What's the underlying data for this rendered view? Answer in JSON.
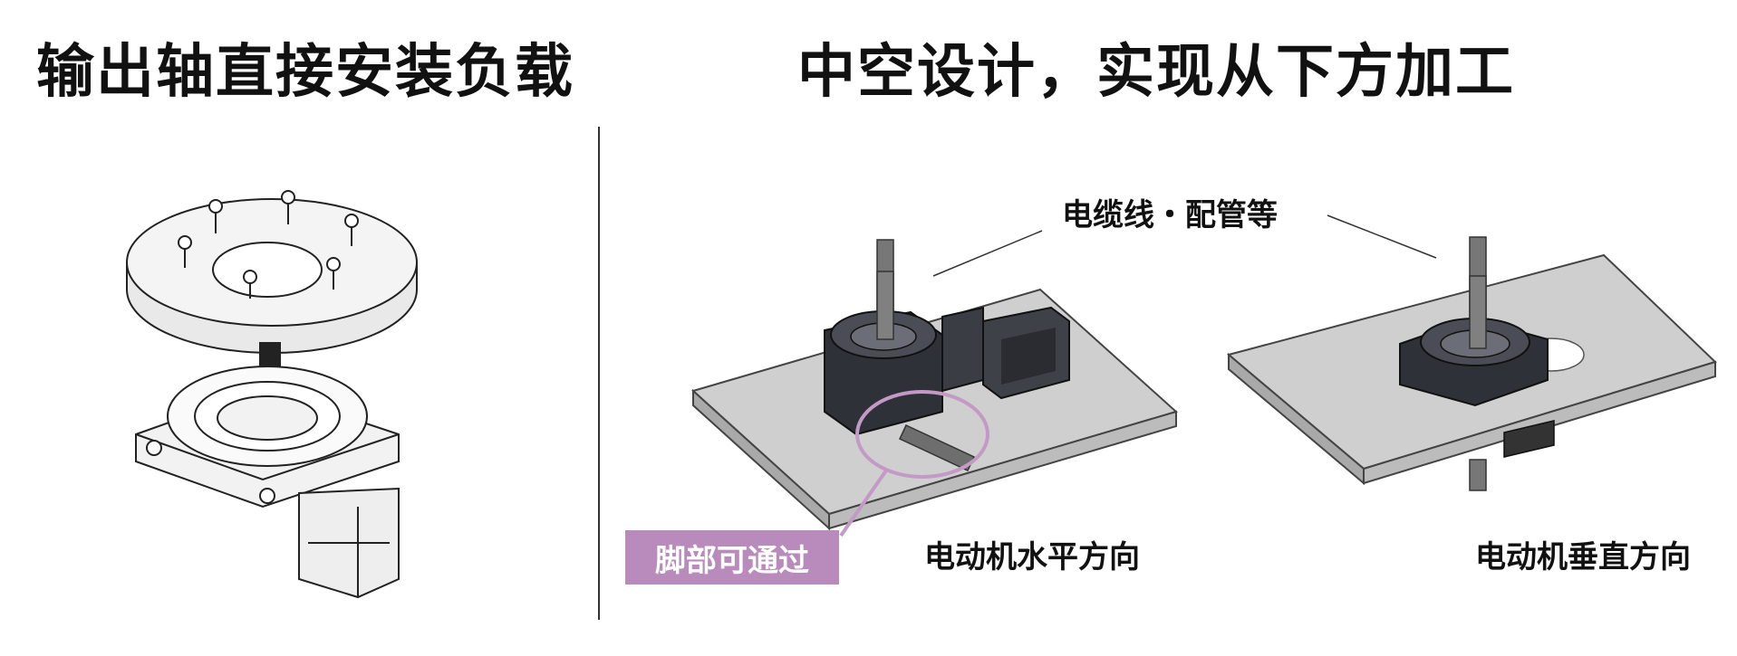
{
  "titles": {
    "left": "输出轴直接安装负载",
    "right": "中空设计，实现从下方加工"
  },
  "labels": {
    "cables": "电缆线・配管等",
    "motor_horizontal": "电动机水平方向",
    "motor_vertical": "电动机垂直方向",
    "foot_passable": "脚部可通过"
  },
  "colors": {
    "badge": "#b98bbd",
    "plate": "#cfcfcf",
    "actuator": "#2f3138"
  }
}
